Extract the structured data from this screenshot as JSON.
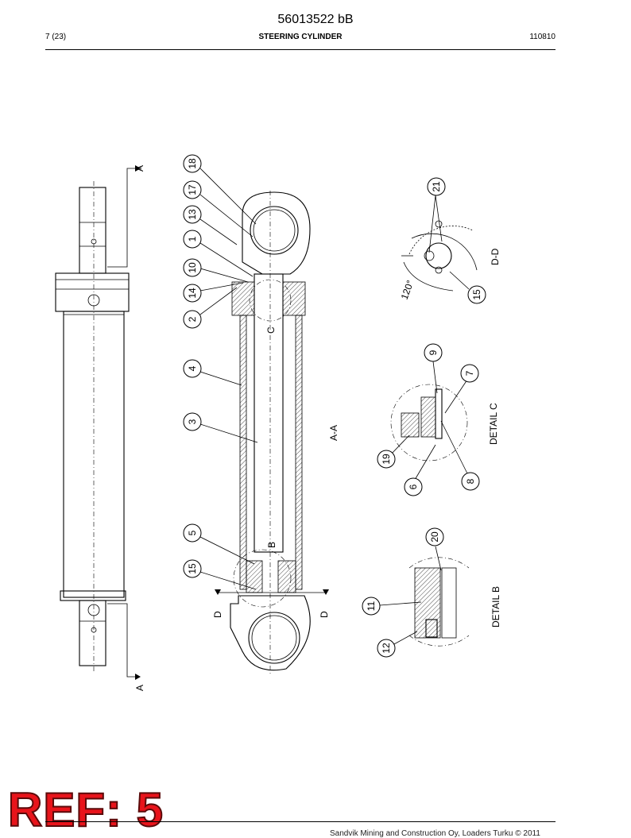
{
  "header": {
    "doc_number": "56013522 bB",
    "page": "7 (23)",
    "title": "STEERING CYLINDER",
    "date_code": "110810"
  },
  "ref_stamp": "REF: 5",
  "footer": "Sandvik Mining and Construction Oy, Loaders Turku © 2011",
  "section_labels": {
    "a_top": "A",
    "a_bottom": "A",
    "aa": "A-A",
    "b": "B",
    "c": "C",
    "d_left": "D",
    "d_right": "D",
    "dd": "D-D",
    "detail_c": "DETAIL C",
    "detail_b": "DETAIL B",
    "angle": "120°"
  },
  "callouts": [
    "18",
    "17",
    "13",
    "1",
    "10",
    "14",
    "2",
    "4",
    "3",
    "5",
    "15",
    "21",
    "15",
    "9",
    "7",
    "19",
    "6",
    "8",
    "20",
    "11",
    "12"
  ]
}
